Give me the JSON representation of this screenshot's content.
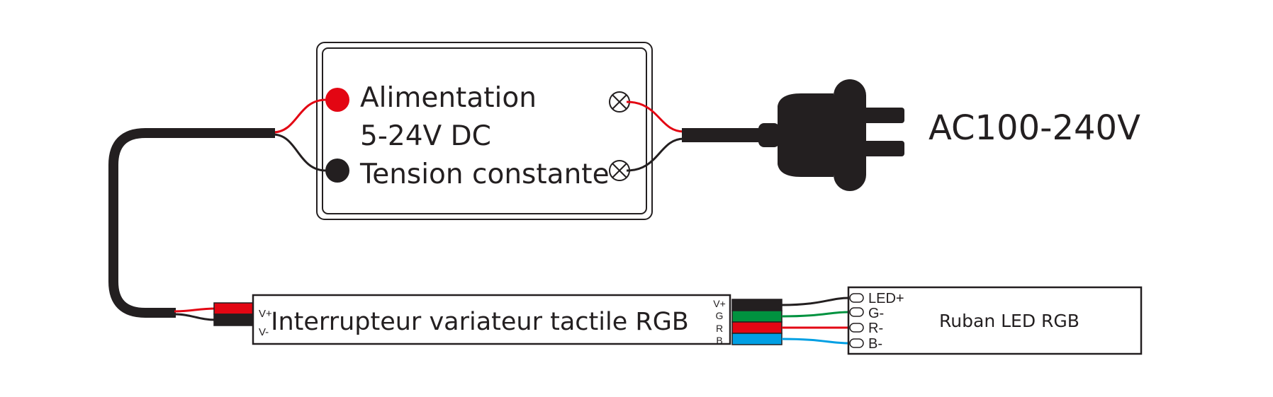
{
  "power_supply": {
    "line1": "Alimentation",
    "line2": "5-24V DC",
    "line3": "Tension constante"
  },
  "mains": {
    "label": "AC100-240V"
  },
  "controller": {
    "label": "Interrupteur variateur tactile RGB",
    "input_pins": [
      "V+",
      "V-"
    ],
    "output_pins": [
      "V+",
      "G",
      "R",
      "B"
    ]
  },
  "led_strip": {
    "label": "Ruban LED RGB",
    "pins": [
      "LED+",
      "G-",
      "R-",
      "B-"
    ]
  },
  "colors": {
    "red": "#e30613",
    "black": "#231f20",
    "green": "#00923f",
    "blue": "#009fe3",
    "outline": "#231f20"
  }
}
